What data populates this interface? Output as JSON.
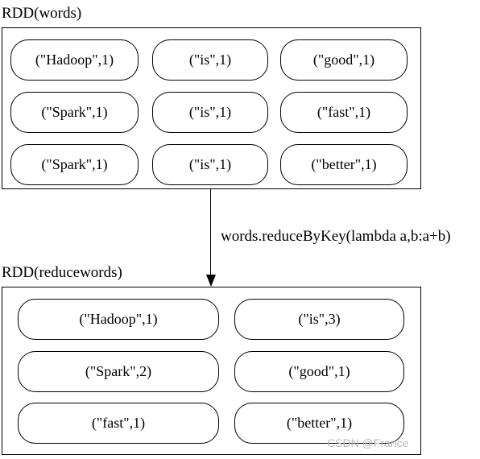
{
  "rdd_words": {
    "title": "RDD(words)",
    "rows": [
      [
        "(\"Hadoop\",1)",
        "(\"is\",1)",
        "(\"good\",1)"
      ],
      [
        "(\"Spark\",1)",
        "(\"is\",1)",
        "(\"fast\",1)"
      ],
      [
        "(\"Spark\",1)",
        "(\"is\",1)",
        "(\"better\",1)"
      ]
    ]
  },
  "transform": {
    "label": "words.reduceByKey(lambda a,b:a+b)"
  },
  "rdd_reducewords": {
    "title": "RDD(reducewords)",
    "rows": [
      [
        "(\"Hadoop\",1)",
        "(\"is\",3)"
      ],
      [
        "(\"Spark\",2)",
        "(\"good\",1)"
      ],
      [
        "(\"fast\",1)",
        "(\"better\",1)"
      ]
    ]
  },
  "watermark": "CSDN @France"
}
